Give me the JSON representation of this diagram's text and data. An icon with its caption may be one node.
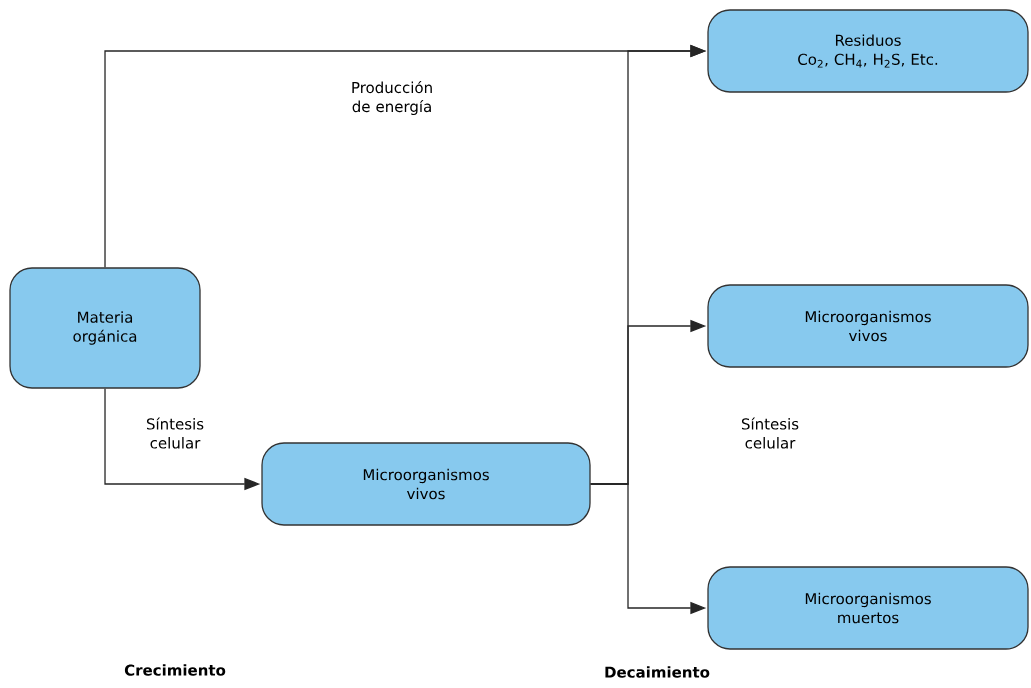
{
  "diagram": {
    "nodes": [
      {
        "text": [
          "Materia orgánica"
        ]
      },
      {
        "text": [
          "Residuos",
          "Co$_{2}$, CH$_{4}$, H$_{2}$S, Etc."
        ]
      },
      {
        "text": [
          "Microorganismos vivos"
        ]
      },
      {
        "text": [
          "Microorganismos vivos"
        ]
      },
      {
        "text": [
          "Microorganismos muertos"
        ]
      }
    ],
    "edges": [
      {
        "from": 0,
        "to": 1,
        "arrow": "to",
        "label": "Producción de energía"
      },
      {
        "from": 0,
        "to": 3,
        "arrow": "to",
        "label": "Síntesis celular"
      },
      {
        "from": 3,
        "to": 1,
        "arrow": "to"
      },
      {
        "from": 3,
        "to": 2,
        "arrow": "to"
      },
      {
        "from": 3,
        "to": 4,
        "arrow": "to"
      }
    ],
    "labels": [
      "Síntesis celular",
      "Crecimiento",
      "Decaimiento"
    ]
  }
}
